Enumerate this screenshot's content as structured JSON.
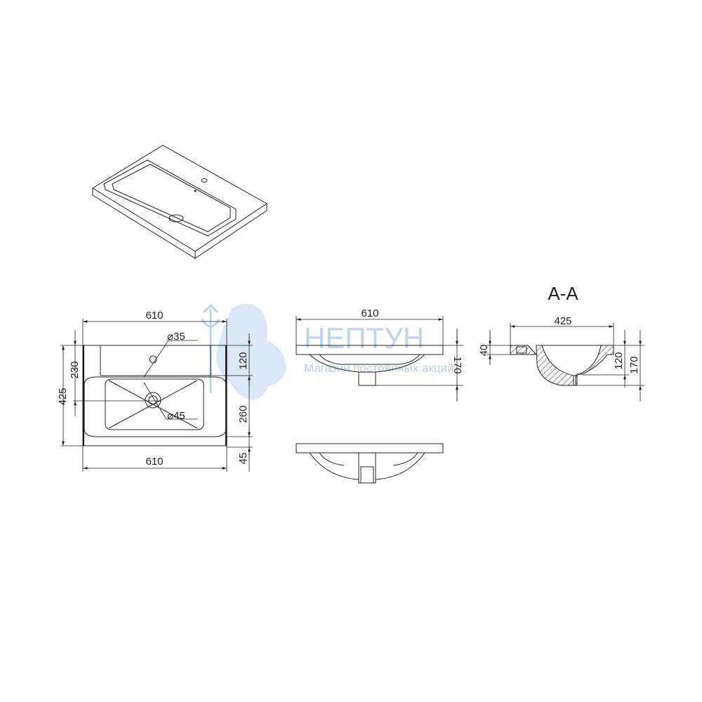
{
  "section_title": "A-A",
  "top_view": {
    "width_top": "610",
    "width_bottom": "610",
    "depth_total": "425",
    "depth_to_drain": "230",
    "deck_depth": "120",
    "bowl_depth": "260",
    "front_rim": "45",
    "tap_hole": "⌀35",
    "drain_hole": "⌀45"
  },
  "front_view": {
    "width": "610",
    "height": "170"
  },
  "section_view": {
    "width": "425",
    "deck_thickness": "40",
    "bowl_height": "120",
    "total_height": "170"
  },
  "watermark": {
    "brand": "НЕПТУН",
    "slogan": "Магазин постоянных акций"
  }
}
